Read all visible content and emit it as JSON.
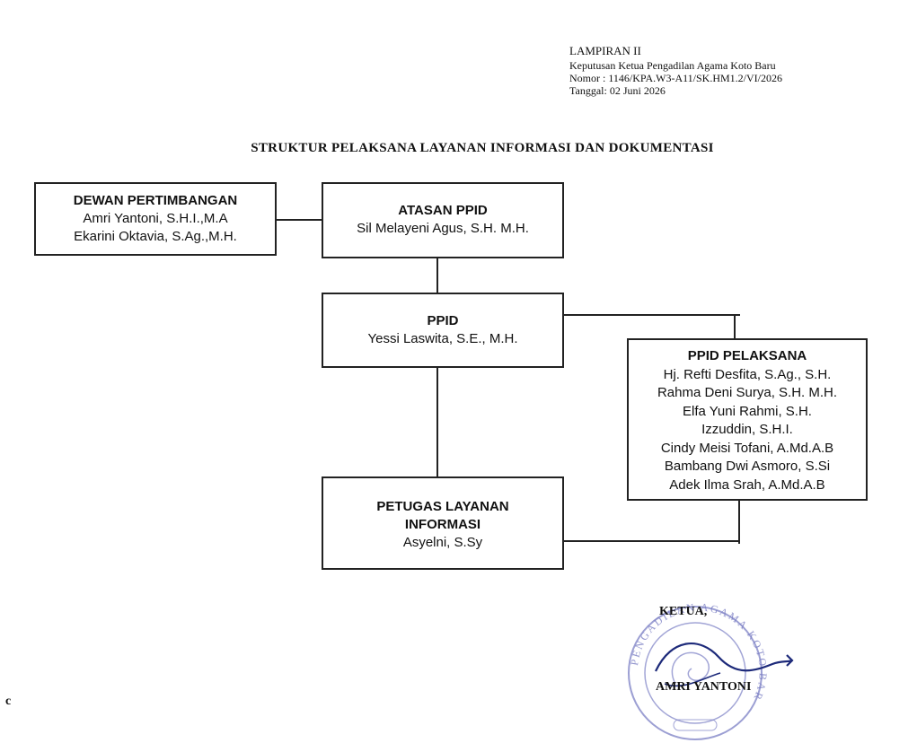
{
  "header": {
    "lampiran": "LAMPIRAN II",
    "keputusan": "Keputusan Ketua Pengadilan Agama Koto Baru",
    "nomor": "Nomor  : 1146/KPA.W3-A11/SK.HM1.2/VI/2026",
    "tanggal": "Tanggal: 02 Juni 2026"
  },
  "title": "STRUKTUR PELAKSANA LAYANAN INFORMASI DAN DOKUMENTASI",
  "org": {
    "dewan": {
      "head": "DEWAN PERTIMBANGAN",
      "members": [
        "Amri Yantoni, S.H.I.,M.A",
        "Ekarini Oktavia, S.Ag.,M.H."
      ]
    },
    "atasan": {
      "head": "ATASAN PPID",
      "members": [
        "Sil Melayeni Agus, S.H. M.H."
      ]
    },
    "ppid": {
      "head": "PPID",
      "members": [
        "Yessi Laswita, S.E., M.H."
      ]
    },
    "pelaksana": {
      "head": "PPID PELAKSANA",
      "members": [
        "Hj. Refti Desfita, S.Ag., S.H.",
        "Rahma Deni Surya, S.H. M.H.",
        "Elfa Yuni Rahmi, S.H.",
        "Izzuddin, S.H.I.",
        "Cindy Meisi Tofani, A.Md.A.B",
        "Bambang Dwi Asmoro, S.Si",
        "Adek Ilma Srah, A.Md.A.B"
      ]
    },
    "petugas": {
      "head_line1": "PETUGAS LAYANAN",
      "head_line2": "INFORMASI",
      "members": [
        "Asyelni, S.Sy"
      ]
    }
  },
  "signature": {
    "role": "KETUA,",
    "name": "AMRI YANTONI",
    "seal_text": "PENGADILAN AGAMA KOTO BARU"
  },
  "stray_mark": "c"
}
